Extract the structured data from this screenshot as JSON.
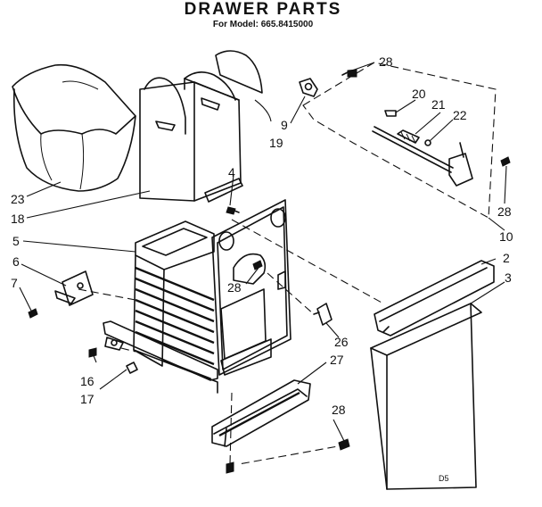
{
  "header": {
    "title": "DRAWER PARTS",
    "subtitle": "For Model: 665.8415000"
  },
  "callouts": {
    "c2": "2",
    "c3": "3",
    "c4": "4",
    "c5": "5",
    "c6": "6",
    "c7": "7",
    "c9": "9",
    "c10": "10",
    "c16": "16",
    "c17": "17",
    "c18": "18",
    "c19": "19",
    "c20": "20",
    "c21": "21",
    "c22": "22",
    "c23": "23",
    "c26": "26",
    "c27": "27",
    "c28a": "28",
    "c28b": "28",
    "c28c": "28",
    "c28d": "28"
  },
  "page_id": "D5"
}
